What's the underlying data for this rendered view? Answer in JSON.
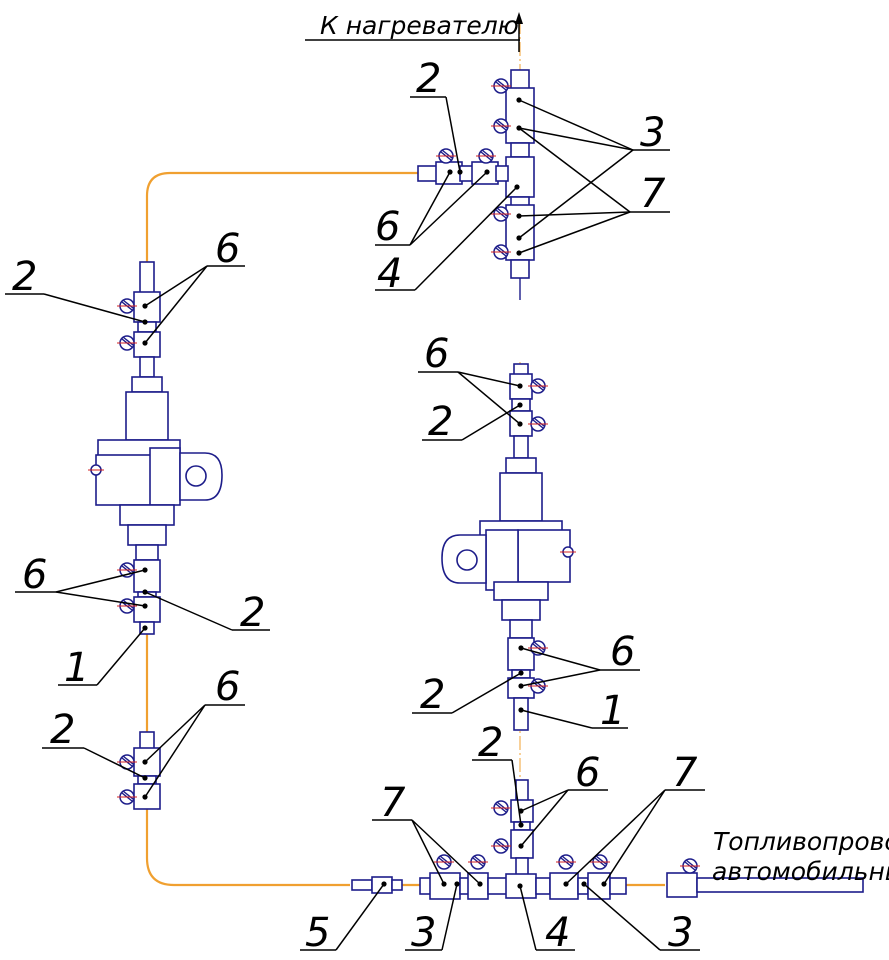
{
  "labels": {
    "to_heater": "К нагревателю",
    "fuel_line_1": "Топливопровод",
    "fuel_line_2": "автомобильный"
  },
  "callouts": [
    {
      "id": "c-top-3",
      "text": "3"
    },
    {
      "id": "c-top-7",
      "text": "7"
    },
    {
      "id": "c-top-2",
      "text": "2"
    },
    {
      "id": "c-top-6",
      "text": "6"
    },
    {
      "id": "c-top-4",
      "text": "4"
    },
    {
      "id": "c-left-upper-6",
      "text": "6"
    },
    {
      "id": "c-left-upper-2",
      "text": "2"
    },
    {
      "id": "c-left-mid-6",
      "text": "6"
    },
    {
      "id": "c-left-mid-2",
      "text": "2"
    },
    {
      "id": "c-left-1",
      "text": "1"
    },
    {
      "id": "c-left-lower-6",
      "text": "6"
    },
    {
      "id": "c-left-lower-2",
      "text": "2"
    },
    {
      "id": "c-right-upper-6",
      "text": "6"
    },
    {
      "id": "c-right-upper-2",
      "text": "2"
    },
    {
      "id": "c-right-mid-6",
      "text": "6"
    },
    {
      "id": "c-right-mid-2",
      "text": "2"
    },
    {
      "id": "c-right-1",
      "text": "1"
    },
    {
      "id": "c-bottom-2",
      "text": "2"
    },
    {
      "id": "c-bottom-6",
      "text": "6"
    },
    {
      "id": "c-bottom-left-7",
      "text": "7"
    },
    {
      "id": "c-bottom-right-7",
      "text": "7"
    },
    {
      "id": "c-bottom-5",
      "text": "5"
    },
    {
      "id": "c-bottom-left-3",
      "text": "3"
    },
    {
      "id": "c-bottom-4",
      "text": "4"
    },
    {
      "id": "c-bottom-right-3",
      "text": "3"
    }
  ],
  "colors": {
    "pipe": "#f0a030",
    "part_outline": "#1d1d8a",
    "clamp_cross": "#d32020",
    "leader": "#000000"
  }
}
